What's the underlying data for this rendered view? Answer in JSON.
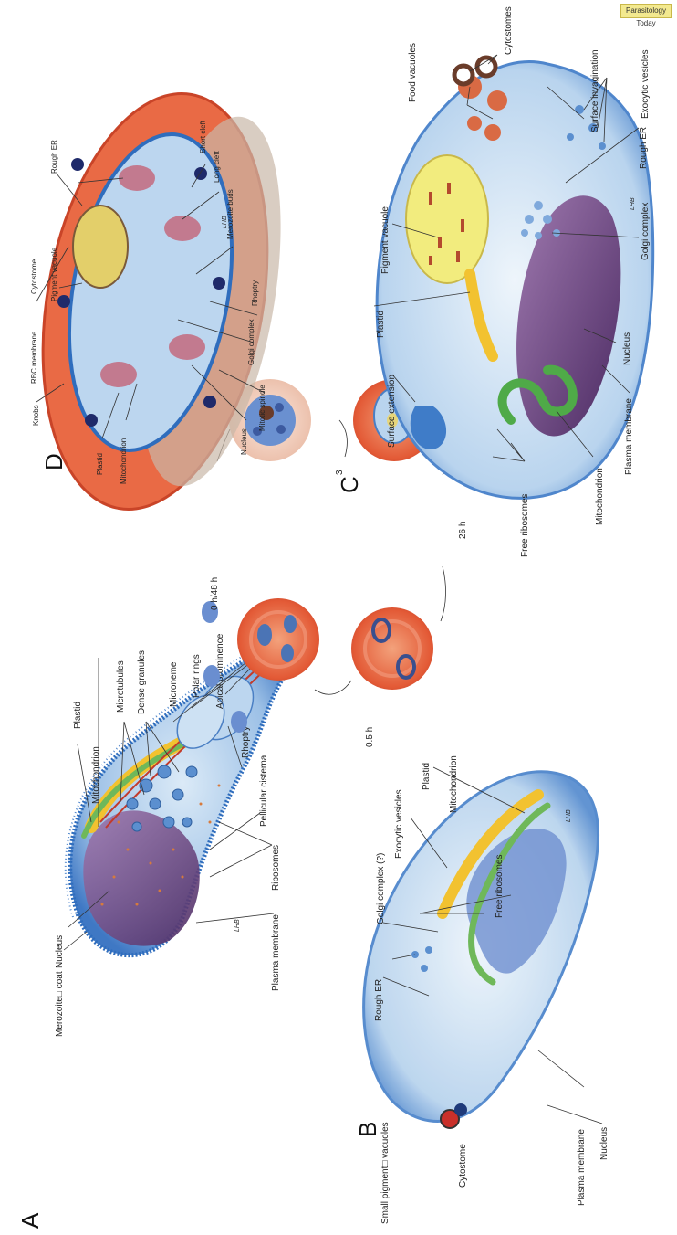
{
  "badge": "Parasitology Today",
  "panels": {
    "a": "A",
    "b": "B",
    "c": "C",
    "d": "D"
  },
  "cycle": {
    "t0": "0 h/48 h",
    "t05": "0.5 h",
    "t26": "26 h",
    "t3": "3"
  },
  "labels_a": {
    "mitochondrion": "Mitochondrion",
    "microtubules": "Microtubules",
    "dense_granules": "Dense granules",
    "microneme": "Microneme",
    "polar_rings": "Polar rings",
    "apical_prominence": "Apical prominence",
    "plastid": "Plastid",
    "nucleus": "Nucleus",
    "merozoite_coat": "Merozoite□ coat",
    "plasma_membrane": "Plasma membrane",
    "ribosomes": "Ribosomes",
    "pellicular_cisterna": "Pellicular cisterna",
    "rhoptry": "Rhoptry"
  },
  "labels_b": {
    "rough_er": "Rough ER",
    "golgi": "Golgi complex (?)",
    "exocytic": "Exocytic vesicles",
    "plastid": "Plastid",
    "mitochondrion": "Mitochondrion",
    "free_ribosomes": "Free ribosomes",
    "small_pigment": "Small pigment□ vacuoles",
    "cytostome": "Cytostome",
    "plasma_membrane": "Plasma membrane",
    "nucleus": "Nucleus"
  },
  "labels_c": {
    "food_vacuoles": "Food vacuoles",
    "cytostomes": "Cytostomes",
    "surface_invagination": "Surface invagination",
    "exocytic": "Exocytic vesicles",
    "pigment_vacuole": "Pigment vacuole",
    "rough_er": "Rough ER",
    "golgi": "Golgi complex",
    "plastid": "Plastid",
    "nucleus": "Nucleus",
    "surface_extension": "Surface extension",
    "plasma_membrane": "Plasma membrane",
    "free_ribosomes": "Free ribosomes",
    "mitochondrion": "Mitochondrion"
  },
  "labels_d": {
    "rough_er": "Rough ER",
    "short_cleft": "Short cleft",
    "long_cleft": "Long cleft",
    "merozoite_buds": "Merozoite buds",
    "pigment_vacuole": "Pigment vacuole",
    "cytostome": "Cytostome",
    "rhoptry": "Rhoptry",
    "rbc_membrane": "RBC membrane",
    "golgi": "Golgi complex",
    "knobs": "Knobs",
    "mitotic_spindle": "Mitotic spindle",
    "nucleus": "Nucleus",
    "plastid": "Plastid",
    "mitochondrion": "Mitochondrion"
  },
  "signature": "LHB"
}
